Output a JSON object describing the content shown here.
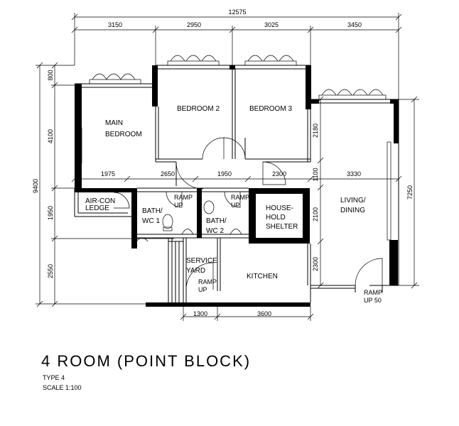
{
  "title": "4 ROOM (POINT BLOCK)",
  "type_label": "TYPE 4",
  "scale_label": "SCALE   1:100",
  "dimensions": {
    "total_width": "12575",
    "top": [
      "3150",
      "2950",
      "3025",
      "3450"
    ],
    "left_total": "9400",
    "left": [
      "800",
      "4100",
      "1950",
      "2550"
    ],
    "right_total": "7250",
    "inner_right": [
      "2180",
      "1100",
      "2100",
      "2300"
    ],
    "mid_row": [
      "1975",
      "2650",
      "1950",
      "2300",
      "3330"
    ],
    "bottom": [
      "1300",
      "3600"
    ]
  },
  "rooms": {
    "main_bedroom": [
      "MAIN",
      "BEDROOM"
    ],
    "bedroom2": "BEDROOM  2",
    "bedroom3": "BEDROOM  3",
    "living": [
      "LIVING/",
      "DINING"
    ],
    "aircon": [
      "AIR-CON",
      "LEDGE"
    ],
    "bath1": [
      "BATH/",
      "WC  1"
    ],
    "bath2": [
      "BATH/",
      "WC  2"
    ],
    "shelter": [
      "HOUSE-",
      "HOLD",
      "SHELTER"
    ],
    "service": [
      "SERVICE",
      "YARD"
    ],
    "kitchen": "KITCHEN"
  },
  "ramps": {
    "ramp1": [
      "RAMP",
      "UP"
    ],
    "ramp2": [
      "RAMP",
      "UP"
    ],
    "ramp_yard": [
      "RAMP",
      "UP"
    ],
    "ramp_entry": [
      "RAMP",
      "UP  50"
    ]
  }
}
